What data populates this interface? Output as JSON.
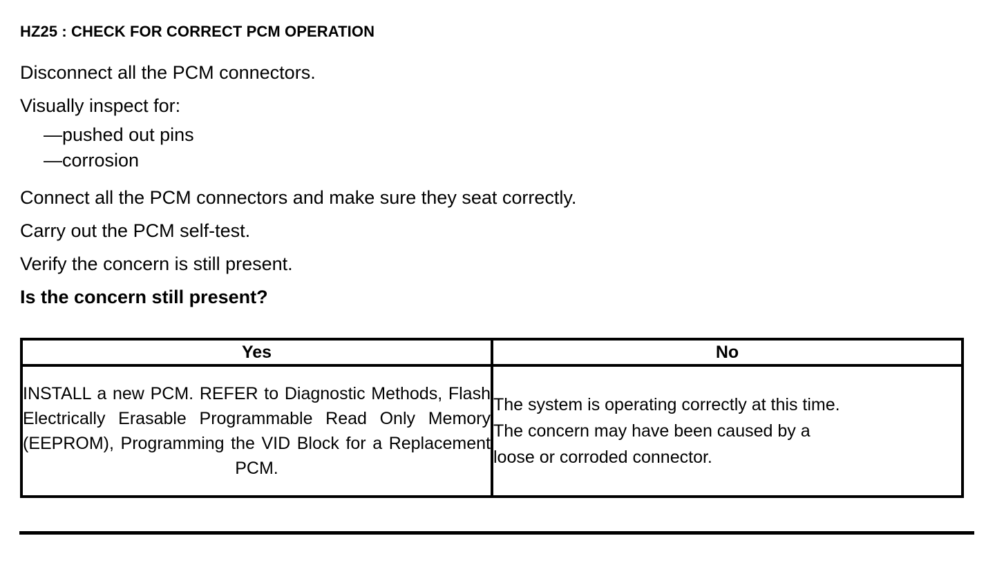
{
  "document": {
    "heading": "HZ25 : CHECK FOR CORRECT PCM OPERATION",
    "instructions": [
      "Disconnect all the PCM connectors.",
      "Visually inspect for:"
    ],
    "inspect_items": [
      "—pushed out pins",
      "—corrosion"
    ],
    "instructions_after": [
      "Connect all the PCM connectors and make sure they seat correctly.",
      "Carry out the PCM self-test.",
      "Verify the concern is still present."
    ],
    "question": "Is the concern still present?"
  },
  "outcome_table": {
    "headers": {
      "yes": "Yes",
      "no": "No"
    },
    "cells": {
      "yes": "INSTALL a new PCM. REFER to Diagnostic Methods, Flash Electrically Erasable Programmable Read Only Memory (EEPROM), Programming the VID Block for a Replacement PCM.",
      "no_lines": [
        "The system is operating correctly at this time.",
        "The concern may have been caused by a",
        "loose or corroded connector."
      ]
    }
  },
  "colors": {
    "text": "#000000",
    "background": "#ffffff",
    "border": "#000000"
  }
}
